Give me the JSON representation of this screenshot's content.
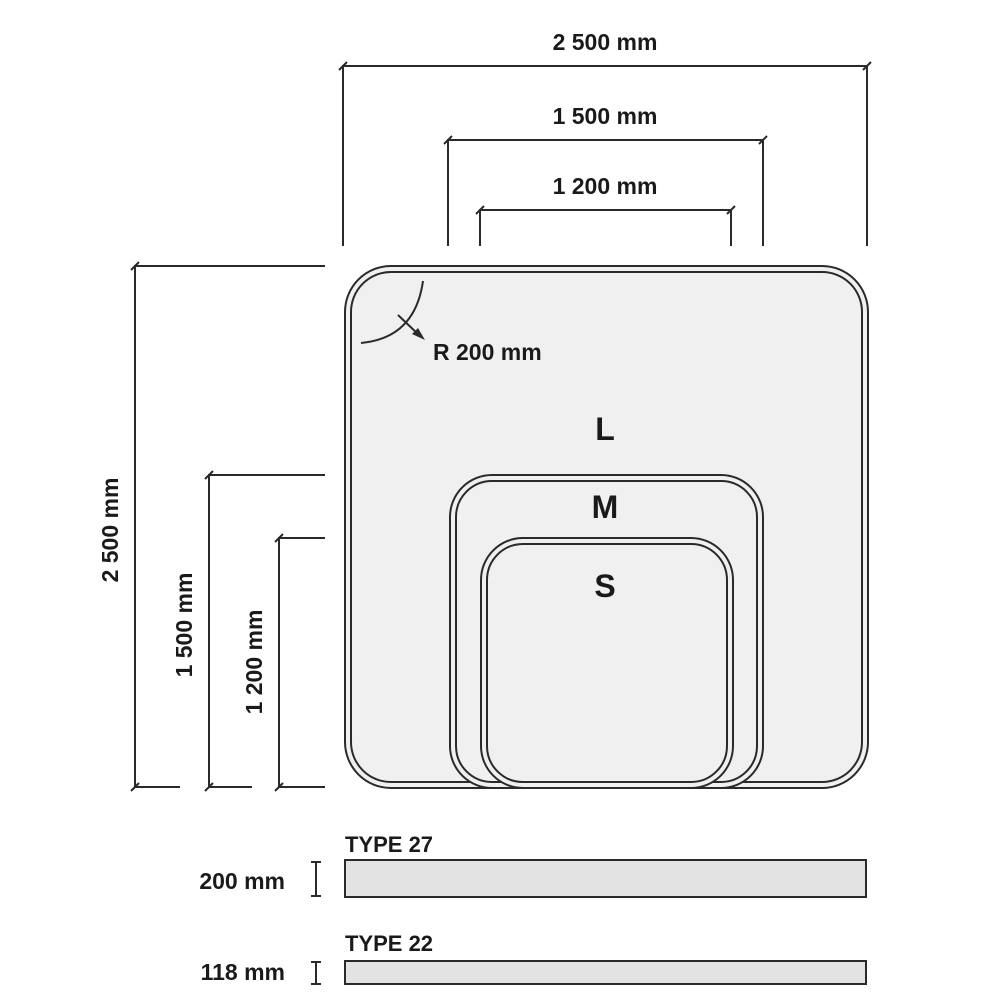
{
  "dimensions": {
    "width_l": "2 500 mm",
    "width_m": "1 500 mm",
    "width_s": "1 200 mm",
    "height_l": "2 500 mm",
    "height_m": "1 500 mm",
    "height_s": "1 200 mm",
    "radius": "R 200 mm"
  },
  "sizes": {
    "large": "L",
    "medium": "M",
    "small": "S"
  },
  "profiles": [
    {
      "type": "TYPE 27",
      "thickness": "200 mm"
    },
    {
      "type": "TYPE 22",
      "thickness": "118 mm"
    }
  ],
  "colors": {
    "mat_fill": "#f0f0f0",
    "profile_fill": "#e3e3e3",
    "stroke": "#2a2a2a"
  }
}
